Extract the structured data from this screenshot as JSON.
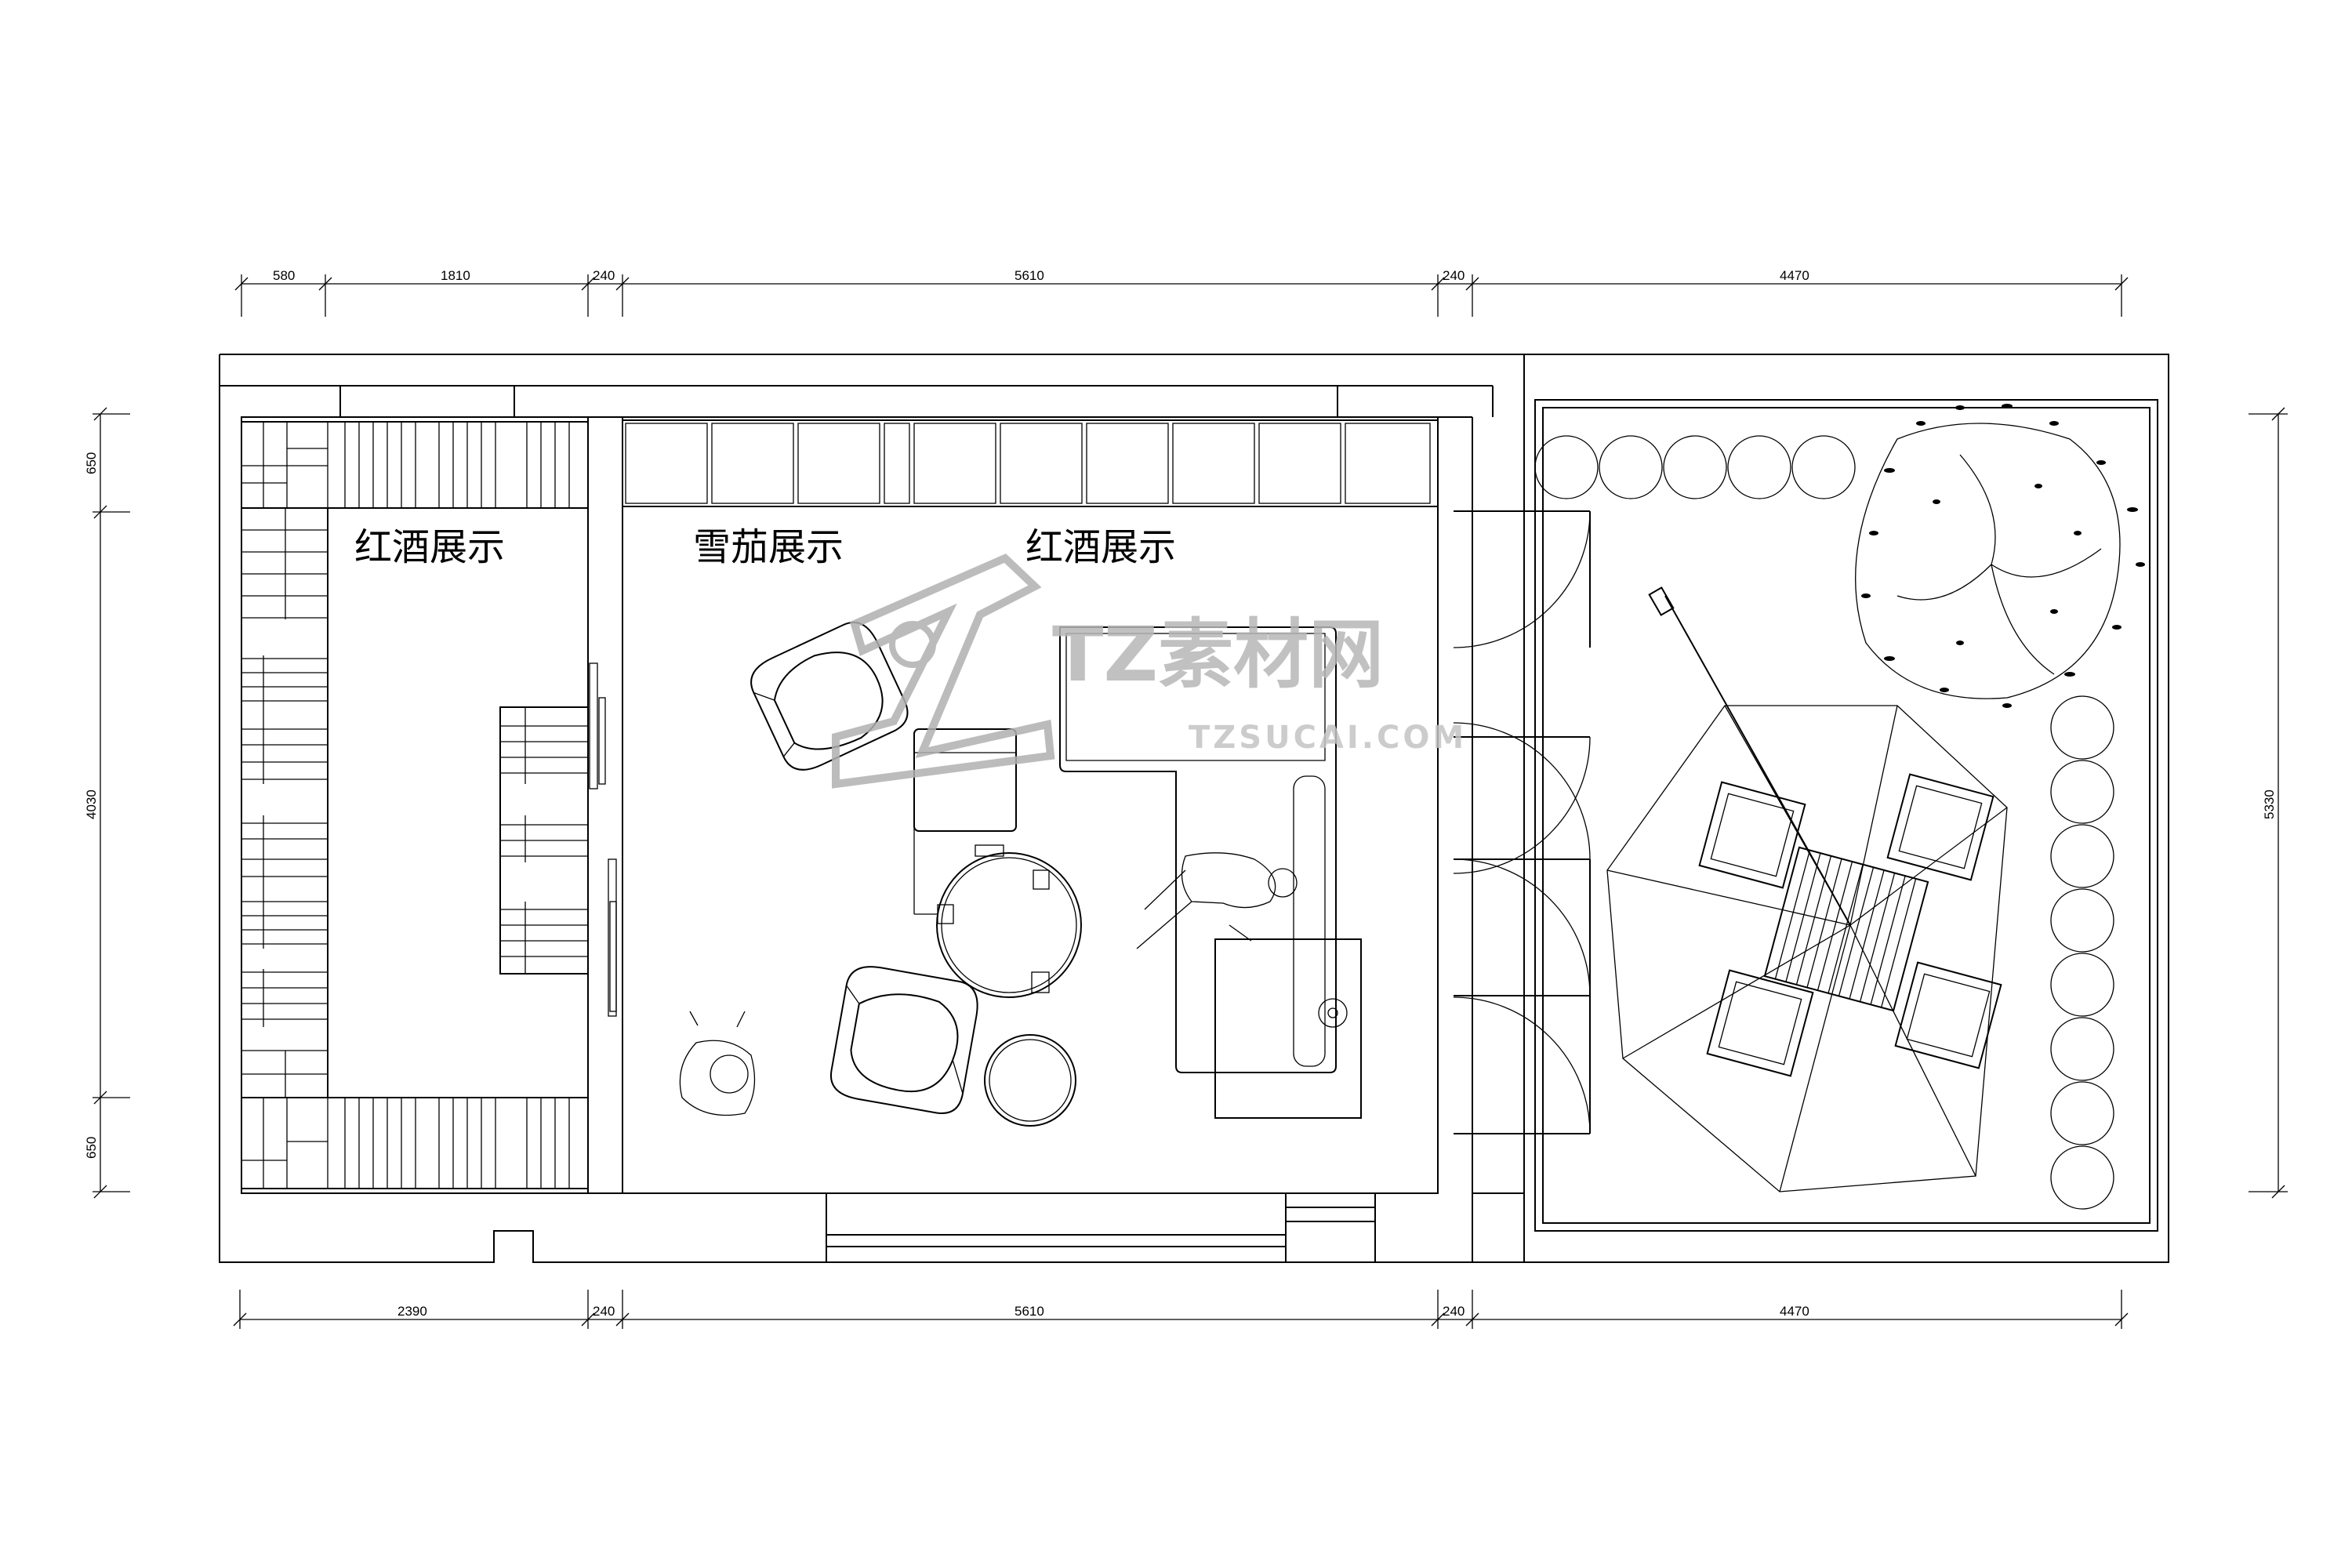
{
  "dimensions": {
    "top": [
      "580",
      "1810",
      "240",
      "5610",
      "240",
      "4470"
    ],
    "bottom": [
      "2390",
      "240",
      "5610",
      "240",
      "4470"
    ],
    "left": [
      "650",
      "4030",
      "650"
    ],
    "right": [
      "5330"
    ]
  },
  "rooms": {
    "wine_display_left": "红酒展示",
    "cigar_display": "雪茄展示",
    "wine_display_center": "红酒展示"
  },
  "watermark": {
    "cn": "TZ素材网",
    "en": "TZSUCAI.COM"
  }
}
